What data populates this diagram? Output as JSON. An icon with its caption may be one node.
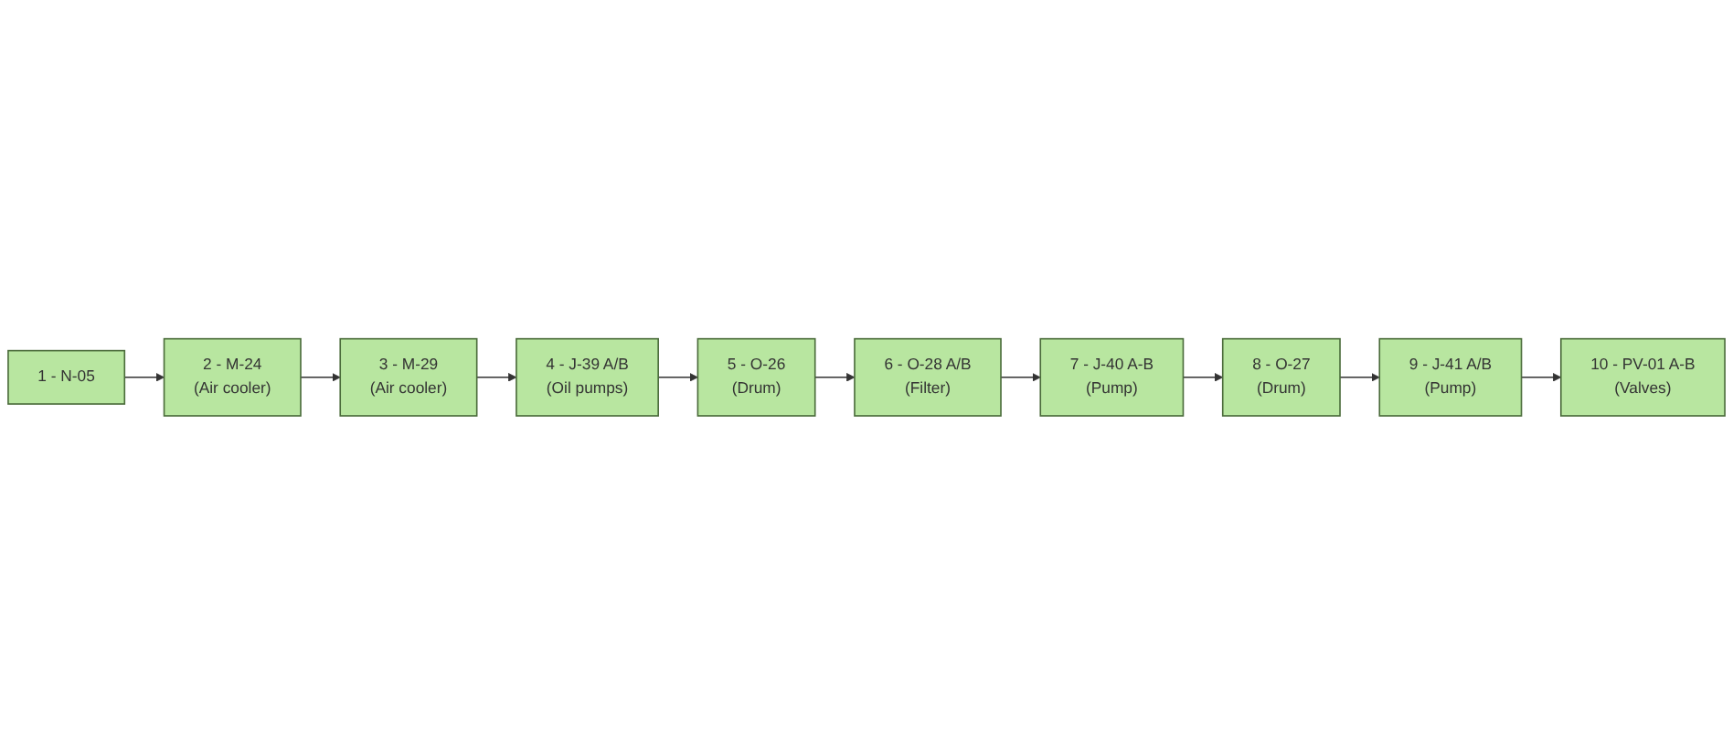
{
  "diagram": {
    "nodes": [
      {
        "text": [
          "1 - N-05"
        ]
      },
      {
        "text": [
          "2 - M-24",
          "(Air cooler)"
        ]
      },
      {
        "text": [
          "3 - M-29",
          "(Air cooler)"
        ]
      },
      {
        "text": [
          "4 - J-39 A/B",
          "(Oil pumps)"
        ]
      },
      {
        "text": [
          "5 - O-26",
          "(Drum)"
        ]
      },
      {
        "text": [
          "6 - O-28 A/B",
          "(Filter)"
        ]
      },
      {
        "text": [
          "7 - J-40 A-B",
          "(Pump)"
        ]
      },
      {
        "text": [
          "8 - O-27",
          "(Drum)"
        ]
      },
      {
        "text": [
          "9 - J-41 A/B",
          "(Pump)"
        ]
      },
      {
        "text": [
          "10 - PV-01 A-B",
          "(Valves)"
        ]
      }
    ],
    "edges": [
      {
        "from": 0,
        "to": 1,
        "arrow": "to"
      },
      {
        "from": 1,
        "to": 2,
        "arrow": "to"
      },
      {
        "from": 2,
        "to": 3,
        "arrow": "to"
      },
      {
        "from": 3,
        "to": 4,
        "arrow": "to"
      },
      {
        "from": 4,
        "to": 5,
        "arrow": "to"
      },
      {
        "from": 5,
        "to": 6,
        "arrow": "to"
      },
      {
        "from": 6,
        "to": 7,
        "arrow": "to"
      },
      {
        "from": 7,
        "to": 8,
        "arrow": "to"
      },
      {
        "from": 8,
        "to": 9,
        "arrow": "to"
      }
    ]
  }
}
